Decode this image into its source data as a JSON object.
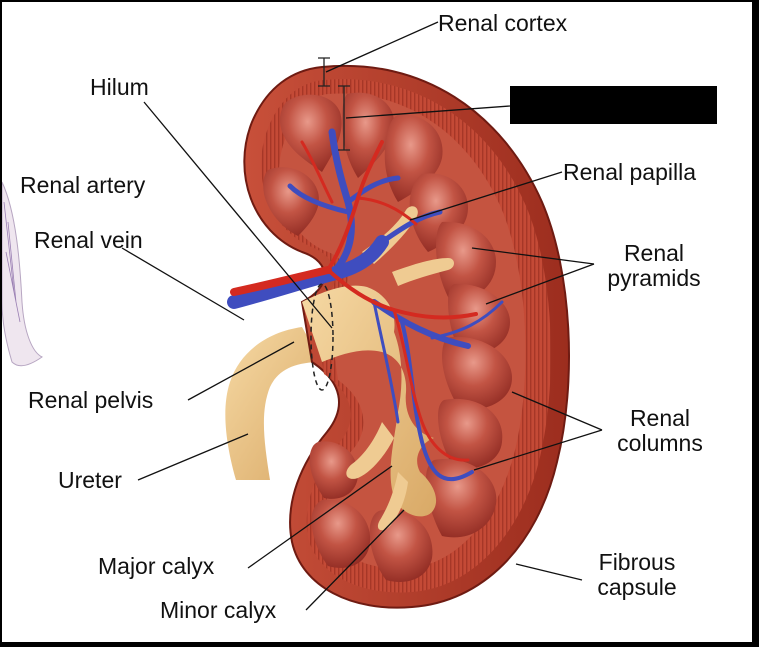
{
  "labels": {
    "renal_cortex": "Renal cortex",
    "hilum": "Hilum",
    "renal_artery": "Renal artery",
    "renal_vein": "Renal vein",
    "renal_papilla": "Renal papilla",
    "renal_pyramids_1": "Renal",
    "renal_pyramids_2": "pyramids",
    "renal_pelvis": "Renal pelvis",
    "renal_columns_1": "Renal",
    "renal_columns_2": "columns",
    "ureter": "Ureter",
    "major_calyx": "Major calyx",
    "minor_calyx": "Minor calyx",
    "fibrous_capsule_1": "Fibrous",
    "fibrous_capsule_2": "capsule"
  },
  "colors": {
    "capsule": "#c0422c",
    "capsule_dark": "#8e2418",
    "cortex": "#d25a44",
    "pyramid": "#b8453a",
    "pyramid_light": "#e08a7c",
    "pelvis": "#f1c98c",
    "vein": "#3f4dbf",
    "artery": "#d42a20"
  },
  "icons": [
    "kidney-illustration",
    "body-silhouette-icon",
    "redaction-box"
  ]
}
